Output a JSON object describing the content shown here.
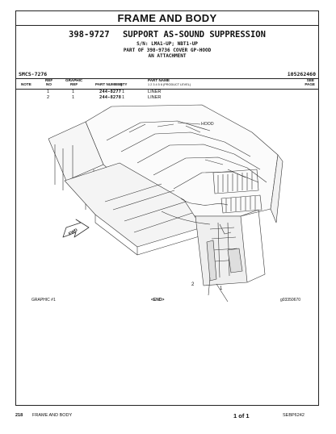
{
  "section_title": "FRAME AND BODY",
  "part": {
    "number": "398-9727",
    "name": "SUPPORT AS-SOUND SUPPRESSION",
    "serial": "S/N: LMA1-UP; NBT1-UP",
    "part_of": "PART OF 398-9736 COVER GP-HOOD",
    "attachment": "AN ATTACHMENT"
  },
  "smcs": "SMCS-7276",
  "doc_id": "i05262460",
  "columns": {
    "note": "NOTE",
    "ref_no_1": "REF",
    "ref_no_2": "NO",
    "graphic_ref_1": "GRAPHIC",
    "graphic_ref_2": "REF",
    "part_number": "PART NUMBER",
    "qty": "QTY",
    "part_name": "PART NAME",
    "levels": "1  2  3  4  5  6   (PRODUCT LEVEL)",
    "see_page_1": "SEE",
    "see_page_2": "PAGE"
  },
  "rows": [
    {
      "ref": "1",
      "graphic": "1",
      "part_number": "244-8277",
      "qty": "1",
      "name": "LINER"
    },
    {
      "ref": "2",
      "graphic": "1",
      "part_number": "244-8278",
      "qty": "1",
      "name": "LINER"
    }
  ],
  "illustration": {
    "hood_label": "HOOD",
    "fwd_label": "FWD",
    "callout_1": "1",
    "callout_2": "2"
  },
  "graphic_label": "GRAPHIC #1",
  "end_label": "<END>",
  "graphic_id": "g03350670",
  "footer": {
    "page_number": "218",
    "section": "FRAME AND BODY",
    "page_of": "1 of 1",
    "doc_code": "SEBP6242"
  }
}
